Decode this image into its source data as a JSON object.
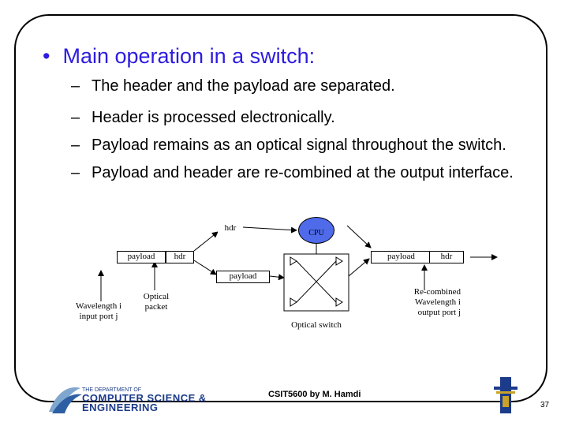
{
  "slide": {
    "title": "Main operation in a switch:",
    "bullet_points": [
      "The header and the payload are separated.",
      "Header is processed electronically.",
      "Payload remains as an optical signal throughout the switch.",
      "Payload and header are re-combined at the output interface."
    ],
    "accent_color": "#2d1ce0"
  },
  "diagram": {
    "input_payload": "payload",
    "input_hdr": "hdr",
    "separated_hdr": "hdr",
    "separated_payload": "payload",
    "cpu_label": "CPU",
    "output_payload": "payload",
    "output_hdr": "hdr",
    "label_input": "Wavelength i input port j",
    "label_packet": "Optical packet",
    "label_switch": "Optical switch",
    "label_output": "Re-combined Wavelength i output port j",
    "cpu_color": "#4f6bea"
  },
  "footer": {
    "dept_line1": "THE DEPARTMENT OF",
    "dept_line2": "COMPUTER SCIENCE &",
    "dept_line3": "ENGINEERING",
    "course": "CSIT5600 by M. Hamdi",
    "page_number": "37"
  }
}
